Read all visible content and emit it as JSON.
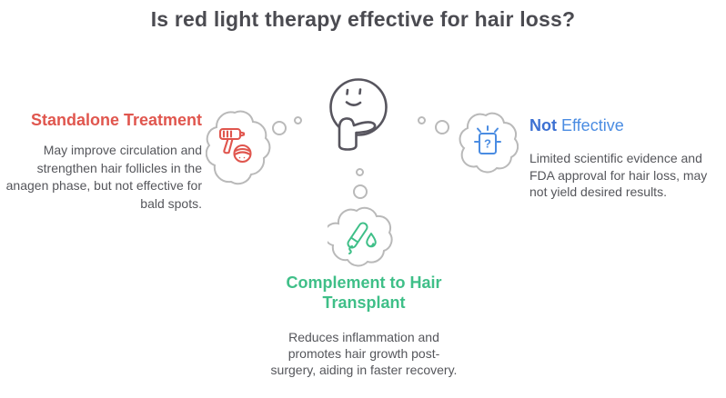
{
  "title": "Is red light therapy effective for hair loss?",
  "question_mark": "?",
  "sections": {
    "standalone": {
      "heading": "Standalone Treatment",
      "body": "May improve circulation and strengthen hair follicles in the anagen phase, but not effective for bald spots.",
      "accent_color": "#e0564e",
      "icon": "laser-device-icon"
    },
    "not_effective": {
      "heading_bold": "Not",
      "heading_rest": " Effective",
      "body": "Limited scientific evidence and FDA approval for hair loss, may not yield desired results.",
      "accent_color": "#4a8ce2",
      "accent_color_bold": "#3c70d2",
      "icon": "question-card-icon"
    },
    "complement": {
      "heading": "Complement to Hair Transplant",
      "body": "Reduces inflammation and promotes hair growth post-surgery, aiding in faster recovery.",
      "accent_color": "#3fbf88",
      "icon": "applicator-drop-icon"
    }
  },
  "center_icon": "thinking-face-icon",
  "styles": {
    "title_color": "#4b4b51",
    "body_text_color": "#55565b",
    "cloud_outline_color": "#b9b9b9",
    "face_color": "#57555e",
    "background": "#ffffff"
  }
}
